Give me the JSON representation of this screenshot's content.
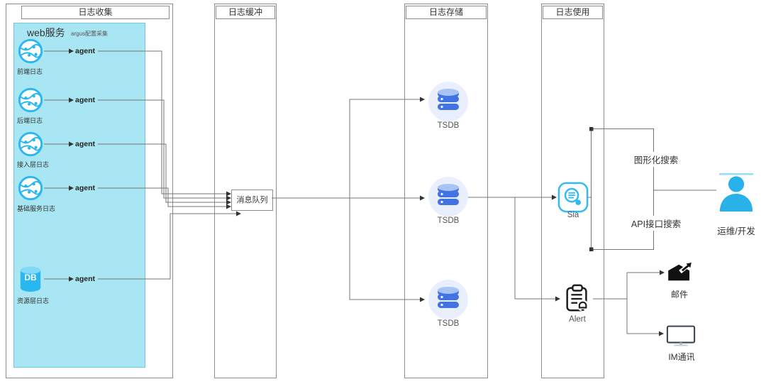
{
  "columns": [
    {
      "title": "日志收集"
    },
    {
      "title": "日志缓冲"
    },
    {
      "title": "日志存储"
    },
    {
      "title": "日志使用"
    }
  ],
  "collect": {
    "group_title": "web服务",
    "group_subtitle": "argus配置采集",
    "agent_label": "agent",
    "sources": [
      {
        "label": "前端日志",
        "icon": "globe"
      },
      {
        "label": "后端日志",
        "icon": "globe"
      },
      {
        "label": "接入层日志",
        "icon": "globe"
      },
      {
        "label": "基础服务日志",
        "icon": "globe"
      },
      {
        "label": "资源层日志",
        "icon": "database",
        "icon_text": "DB"
      }
    ]
  },
  "buffer": {
    "queue_label": "消息队列"
  },
  "storage": {
    "nodes": [
      {
        "label": "TSDB"
      },
      {
        "label": "TSDB"
      },
      {
        "label": "TSDB"
      }
    ]
  },
  "usage": {
    "sia_label": "Sia",
    "alert_label": "Alert"
  },
  "outputs": {
    "graph_search": "图形化搜索",
    "api_search": "API接口搜索",
    "person": "运维/开发",
    "email": "邮件",
    "im": "IM通讯"
  },
  "colors": {
    "accent_cyan": "#29b7f2",
    "panel_cyan": "#a9e6f3",
    "tsdb_blue": "#4273e3",
    "tsdb_circle": "#e9effd",
    "line_gray": "#757575"
  }
}
